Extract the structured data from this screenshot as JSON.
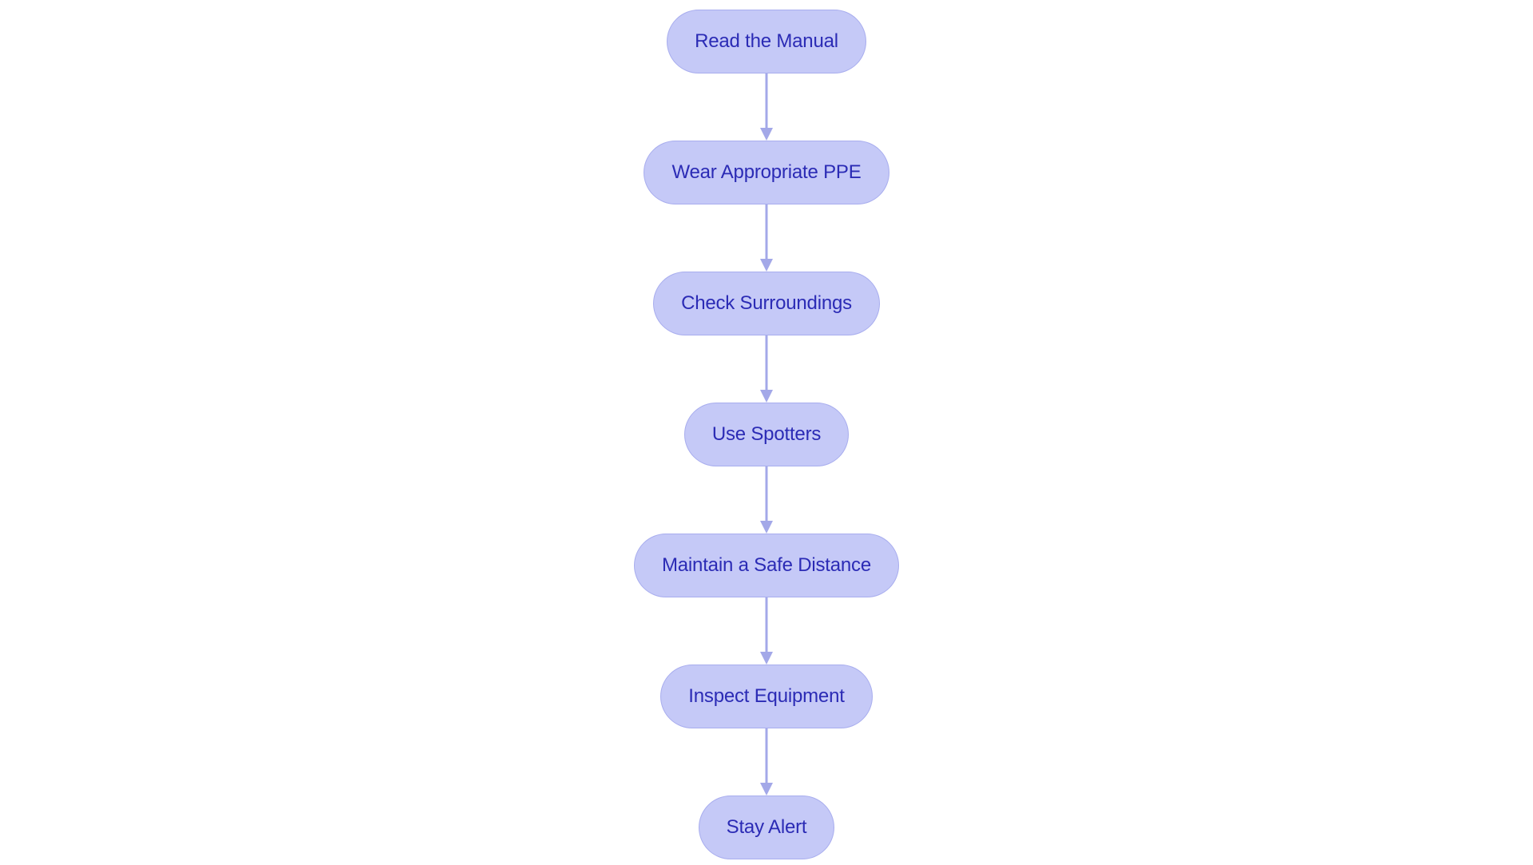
{
  "diagram": {
    "type": "flowchart",
    "orientation": "vertical",
    "background_color": "#ffffff",
    "node_fill_color": "#c5c9f7",
    "node_border_color": "#a8adee",
    "node_text_color": "#2b2bb5",
    "connector_color": "#a3a8e8",
    "nodes": [
      {
        "id": "read-the-manual",
        "label": "Read the Manual"
      },
      {
        "id": "wear-appropriate-ppe",
        "label": "Wear Appropriate PPE"
      },
      {
        "id": "check-surroundings",
        "label": "Check Surroundings"
      },
      {
        "id": "use-spotters",
        "label": "Use Spotters"
      },
      {
        "id": "maintain-a-safe-distance",
        "label": "Maintain a Safe Distance"
      },
      {
        "id": "inspect-equipment",
        "label": "Inspect Equipment"
      },
      {
        "id": "stay-alert",
        "label": "Stay Alert"
      }
    ],
    "connectors": [
      {
        "from": "read-the-manual",
        "to": "wear-appropriate-ppe"
      },
      {
        "from": "wear-appropriate-ppe",
        "to": "check-surroundings"
      },
      {
        "from": "check-surroundings",
        "to": "use-spotters"
      },
      {
        "from": "use-spotters",
        "to": "maintain-a-safe-distance"
      },
      {
        "from": "maintain-a-safe-distance",
        "to": "inspect-equipment"
      },
      {
        "from": "inspect-equipment",
        "to": "stay-alert"
      }
    ]
  }
}
